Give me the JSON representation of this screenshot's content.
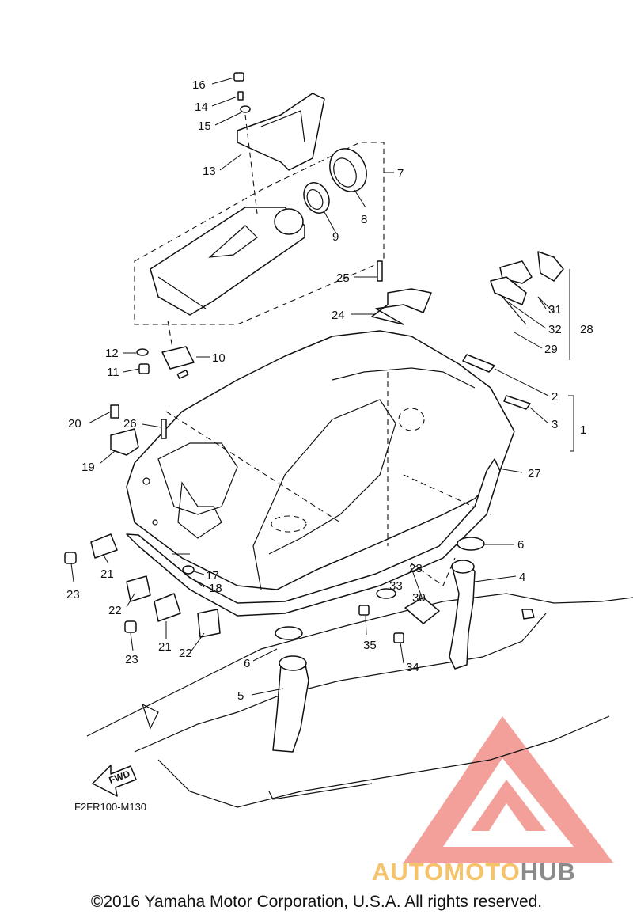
{
  "callouts": [
    {
      "label": "16"
    },
    {
      "label": "14"
    },
    {
      "label": "15"
    },
    {
      "label": "13"
    },
    {
      "label": "7"
    },
    {
      "label": "8"
    },
    {
      "label": "9"
    },
    {
      "label": "25"
    },
    {
      "label": "24"
    },
    {
      "label": "31"
    },
    {
      "label": "32"
    },
    {
      "label": "28"
    },
    {
      "label": "29"
    },
    {
      "label": "12"
    },
    {
      "label": "10"
    },
    {
      "label": "11"
    },
    {
      "label": "2"
    },
    {
      "label": "3"
    },
    {
      "label": "1"
    },
    {
      "label": "20"
    },
    {
      "label": "26"
    },
    {
      "label": "19"
    },
    {
      "label": "27"
    },
    {
      "label": "6"
    },
    {
      "label": "4"
    },
    {
      "label": "28"
    },
    {
      "label": "33"
    },
    {
      "label": "30"
    },
    {
      "label": "17"
    },
    {
      "label": "18"
    },
    {
      "label": "21"
    },
    {
      "label": "23"
    },
    {
      "label": "22"
    },
    {
      "label": "35"
    },
    {
      "label": "21"
    },
    {
      "label": "23"
    },
    {
      "label": "22"
    },
    {
      "label": "6"
    },
    {
      "label": "34"
    },
    {
      "label": "5"
    }
  ],
  "fwd_label": "FWD",
  "diagram_code": "F2FR100-M130",
  "watermark": {
    "part1": "AUTOMOTO",
    "part2": "HUB",
    "color1": "#f5c36a",
    "color2": "#8a8a8a",
    "logo_color": "#f08a80"
  },
  "copyright": "©2016 Yamaha Motor Corporation, U.S.A. All rights reserved."
}
